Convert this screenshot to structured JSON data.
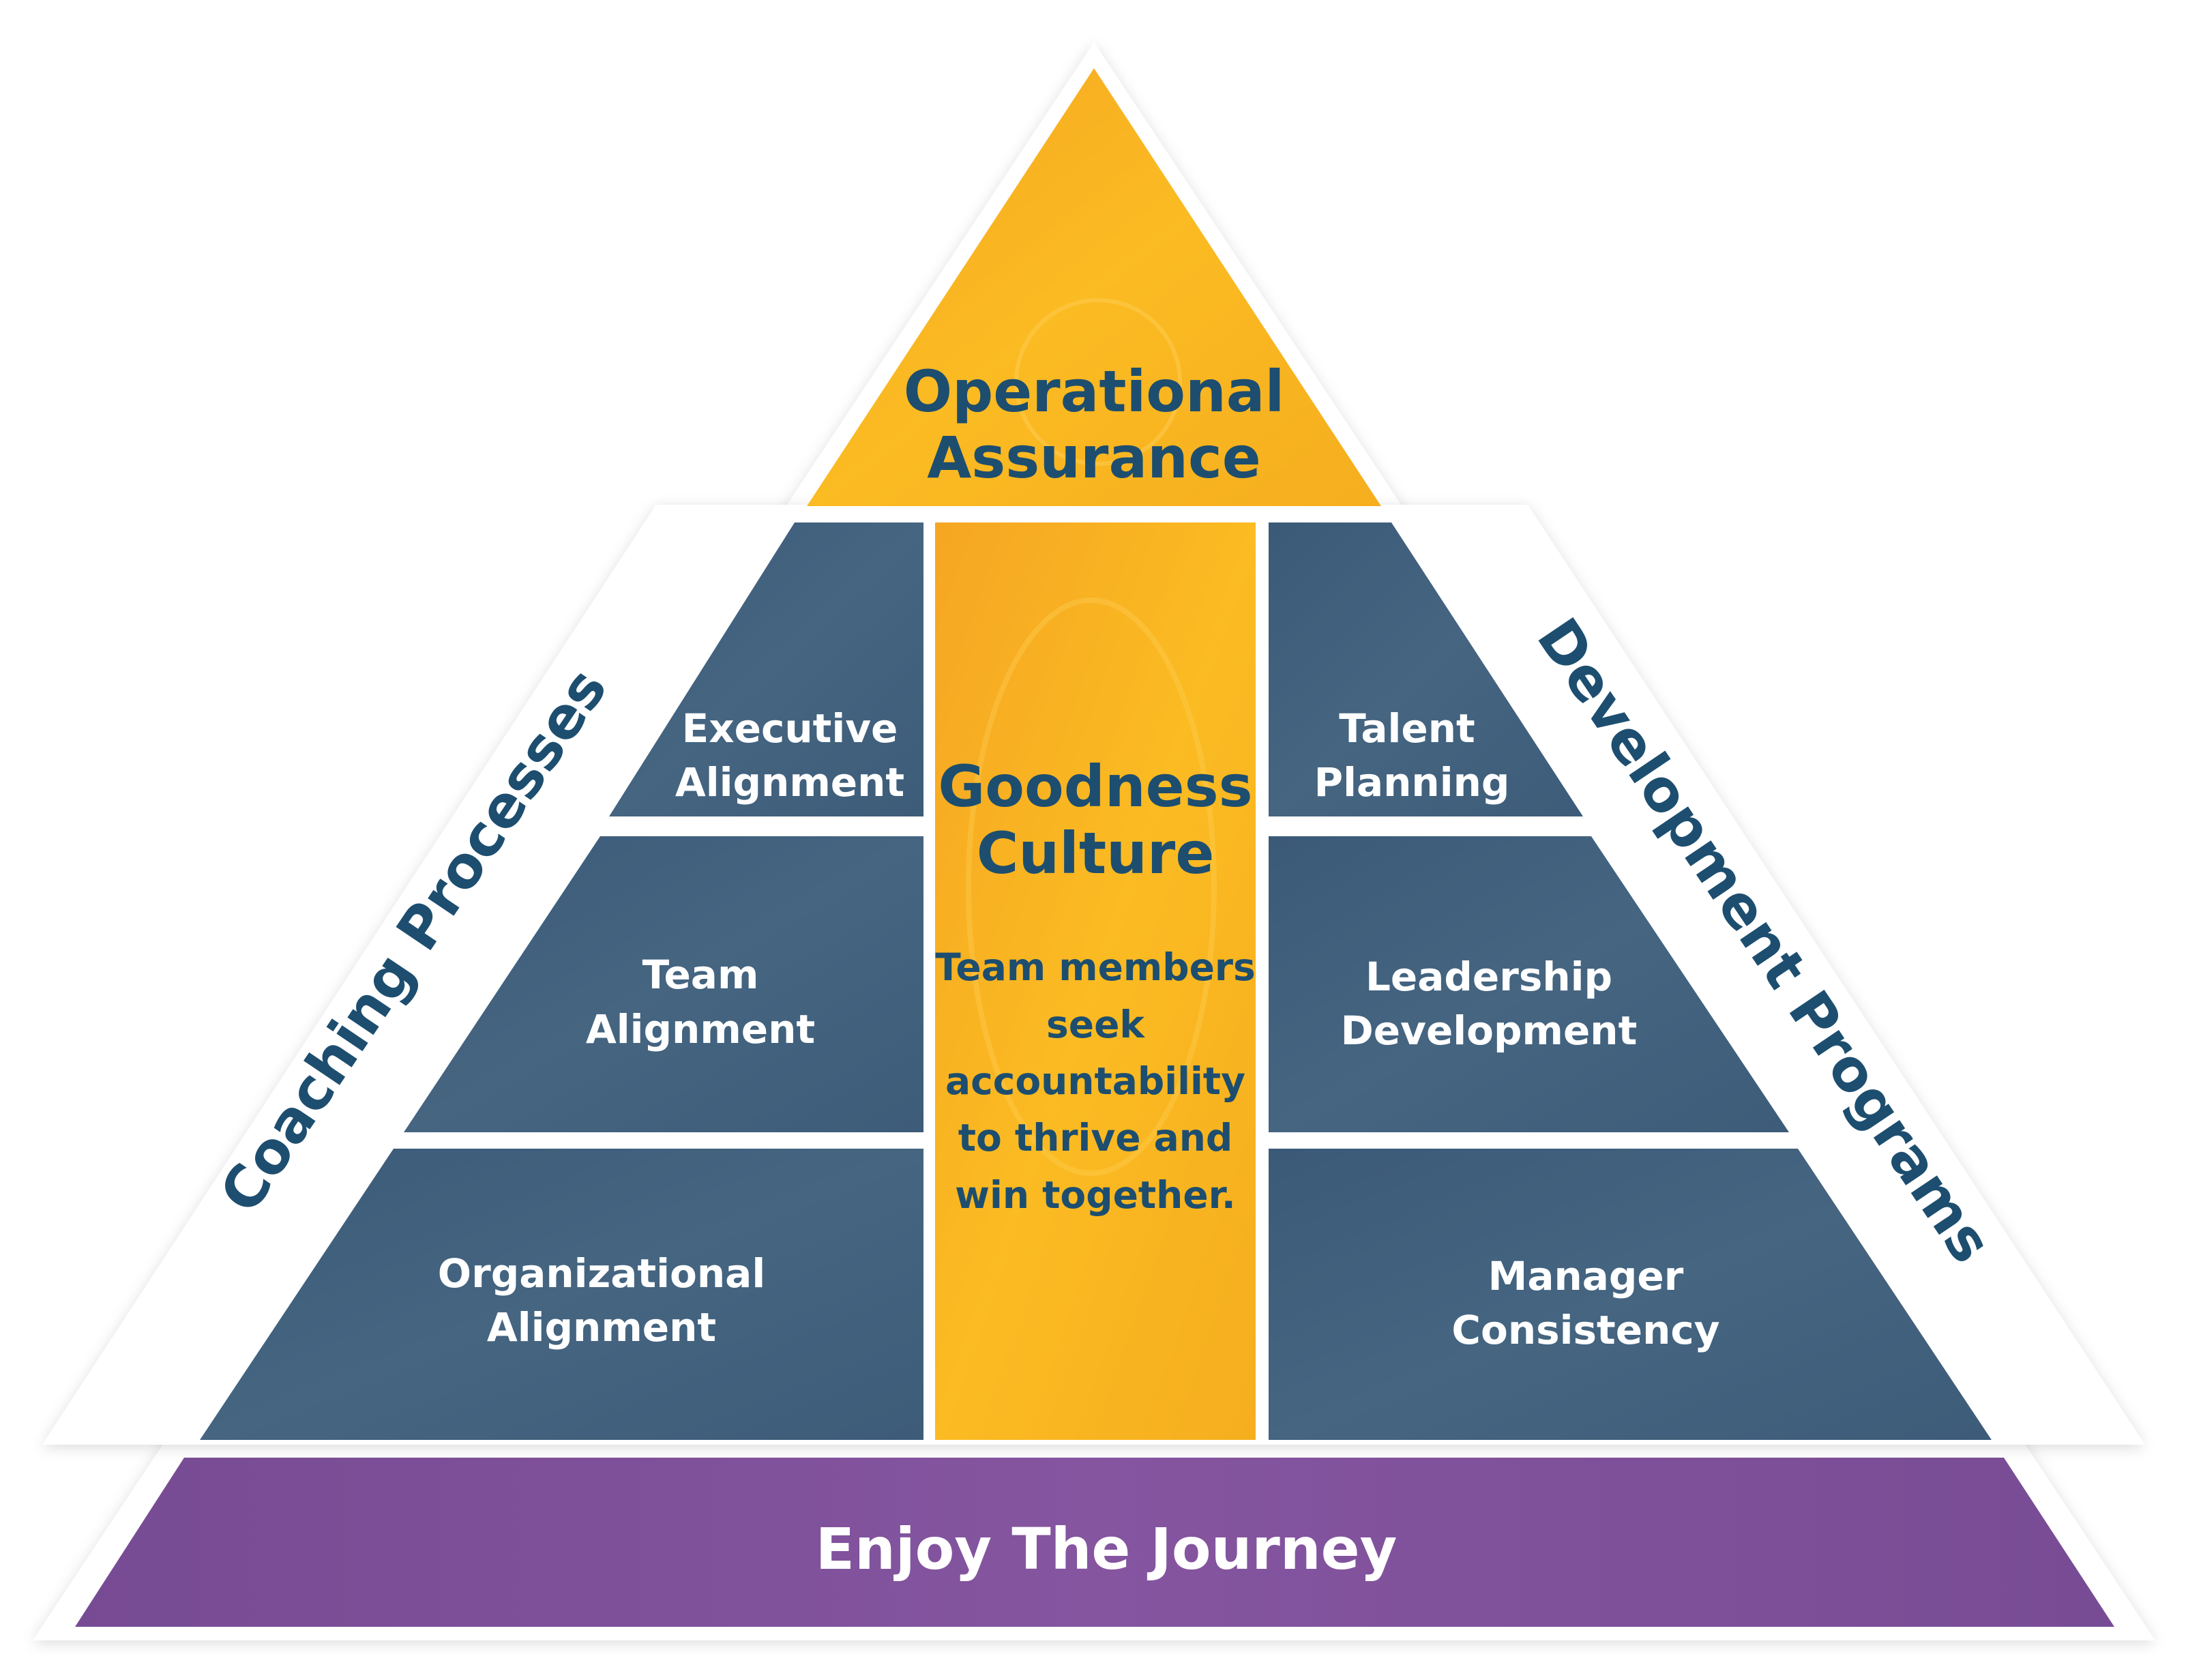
{
  "top": {
    "title_line1": "Operational",
    "title_line2": "Assurance"
  },
  "center": {
    "title_line1": "Goodness",
    "title_line2": "Culture",
    "body_lines": [
      "Team members",
      "seek",
      "accountability",
      "to thrive and",
      "win together."
    ]
  },
  "left_column": {
    "side_label": "Coaching Processes",
    "blocks": [
      {
        "line1": "Executive",
        "line2": "Alignment"
      },
      {
        "line1": "Team",
        "line2": "Alignment"
      },
      {
        "line1": "Organizational",
        "line2": "Alignment"
      }
    ]
  },
  "right_column": {
    "side_label": "Development Programs",
    "blocks": [
      {
        "line1": "Talent",
        "line2": "Planning"
      },
      {
        "line1": "Leadership",
        "line2": "Development"
      },
      {
        "line1": "Manager",
        "line2": "Consistency"
      }
    ]
  },
  "base": {
    "label": "Enjoy The Journey"
  },
  "colors": {
    "gold": "#f8b320",
    "slate": "#3f5d7a",
    "purple": "#7d5095",
    "text_blue": "#1d4e6f",
    "text_white": "#ffffff"
  }
}
